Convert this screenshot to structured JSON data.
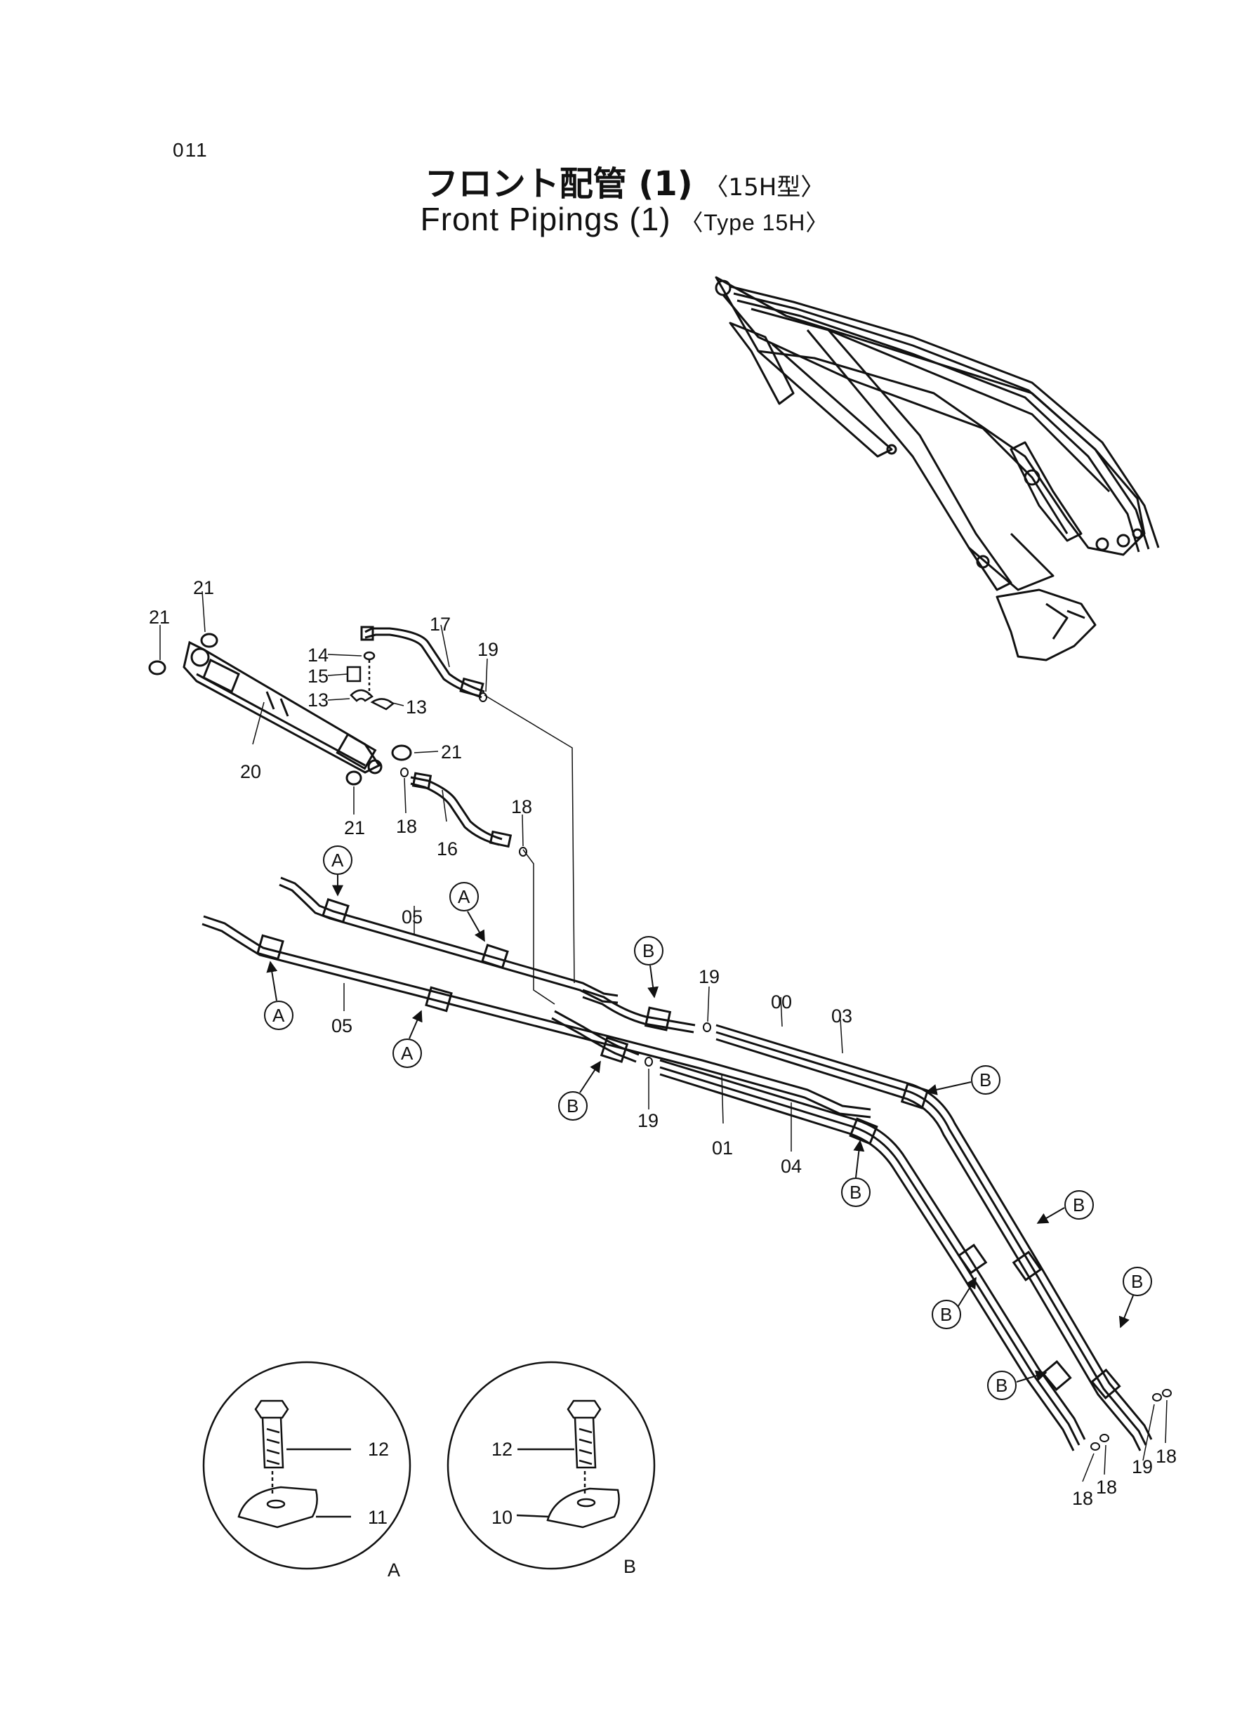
{
  "page": {
    "number": "011",
    "title_jp": "フロント配管 (1)",
    "title_jp_type": "〈15H型〉",
    "title_en": "Front Pipings (1)",
    "title_en_type": "〈Type 15H〉"
  },
  "part_labels": {
    "p21a": "21",
    "p21b": "21",
    "p21c": "21",
    "p21d": "21",
    "p20": "20",
    "p17": "17",
    "p19a": "19",
    "p14": "14",
    "p15": "15",
    "p13a": "13",
    "p13b": "13",
    "p18a": "18",
    "p16": "16",
    "p18b": "18",
    "p05a": "05",
    "p05b": "05",
    "p19b": "19",
    "p00": "00",
    "p03": "03",
    "p19c": "19",
    "p01": "01",
    "p04": "04",
    "p18c": "18",
    "p18d": "18",
    "p19d": "19",
    "p18e": "18",
    "p12a": "12",
    "p11": "11",
    "p12b": "12",
    "p10": "10"
  },
  "callouts": {
    "a1": "A",
    "a2": "A",
    "a3": "A",
    "a4": "A",
    "b1": "B",
    "b2": "B",
    "b3": "B",
    "b4": "B",
    "b5": "B",
    "b6": "B",
    "b7": "B",
    "b8": "B"
  },
  "details": {
    "detail_a": "A",
    "detail_b": "B"
  }
}
